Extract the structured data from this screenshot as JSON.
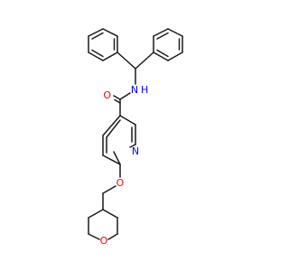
{
  "molecule": {
    "atoms": [
      {
        "id": "O1",
        "symbol": "O",
        "color": "#ff0000"
      },
      {
        "id": "N1",
        "symbol": "N",
        "color": "#0000ff"
      },
      {
        "id": "N2",
        "symbol": "N",
        "color": "#0000ff"
      },
      {
        "id": "O2",
        "symbol": "O",
        "color": "#ff0000"
      },
      {
        "id": "O3",
        "symbol": "O",
        "color": "#ff0000"
      }
    ],
    "hydrogen_label": "H",
    "bond_color": "#1a1a1a"
  }
}
